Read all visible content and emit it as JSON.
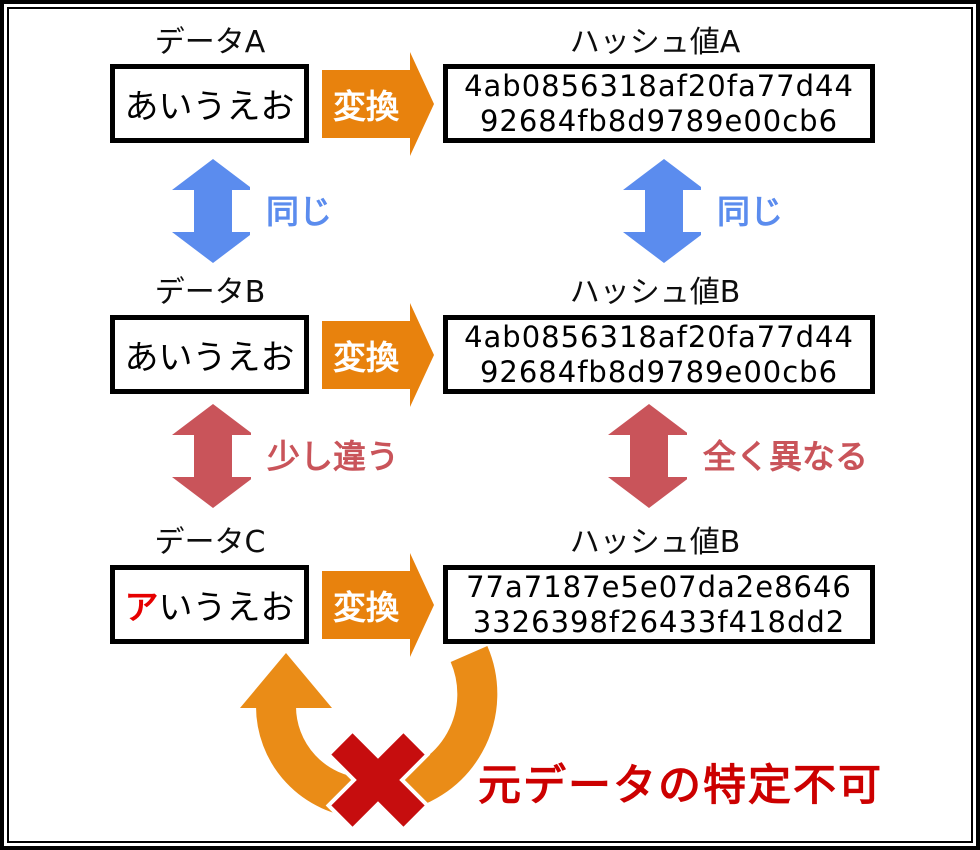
{
  "rows": [
    {
      "data_title": "データA",
      "data_prefix": "",
      "data_text": "あいうえお",
      "convert_label": "変換",
      "hash_title": "ハッシュ値A",
      "hash_line1": "4ab0856318af20fa77d44",
      "hash_line2": "92684fb8d9789e00cb6"
    },
    {
      "data_title": "データB",
      "data_prefix": "",
      "data_text": "あいうえお",
      "convert_label": "変換",
      "hash_title": "ハッシュ値B",
      "hash_line1": "4ab0856318af20fa77d44",
      "hash_line2": "92684fb8d9789e00cb6"
    },
    {
      "data_title": "データC",
      "data_prefix": "ア",
      "data_text": "いうえお",
      "convert_label": "変換",
      "hash_title": "ハッシュ値B",
      "hash_line1": "77a7187e5e07da2e8646",
      "hash_line2": "3326398f26433f418dd2"
    }
  ],
  "relations": {
    "data_a_b": "同じ",
    "hash_a_b": "同じ",
    "data_b_c": "少し違う",
    "hash_b_c": "全く異なる"
  },
  "bottom_note": "元データの特定不可",
  "colors": {
    "convert_arrow_orange": "#e8820d",
    "uturn_arrow_orange": "#ea8c17",
    "same_arrow_blue": "#5b8cee",
    "diff_arrow_red": "#c9545a",
    "cross_red": "#c60d0e",
    "highlight_char_red": "#e60000",
    "caption_red": "#cc0000"
  }
}
